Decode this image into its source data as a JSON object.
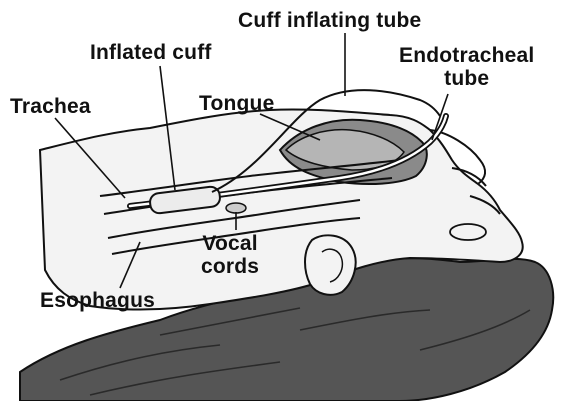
{
  "labels": {
    "cuff_inflating_tube": "Cuff inflating tube",
    "inflated_cuff": "Inflated cuff",
    "endotracheal_tube_line1": "Endotracheal",
    "endotracheal_tube_line2": "tube",
    "trachea": "Trachea",
    "tongue": "Tongue",
    "vocal_cords_line1": "Vocal",
    "vocal_cords_line2": "cords",
    "esophagus": "Esophagus"
  },
  "colors": {
    "ink": "#111111",
    "hair_shading": "#555555",
    "skin": "#f3f3f3",
    "tissue": "#c9c9c9",
    "oral_cavity": "#8a8a8a",
    "background": "#ffffff"
  }
}
